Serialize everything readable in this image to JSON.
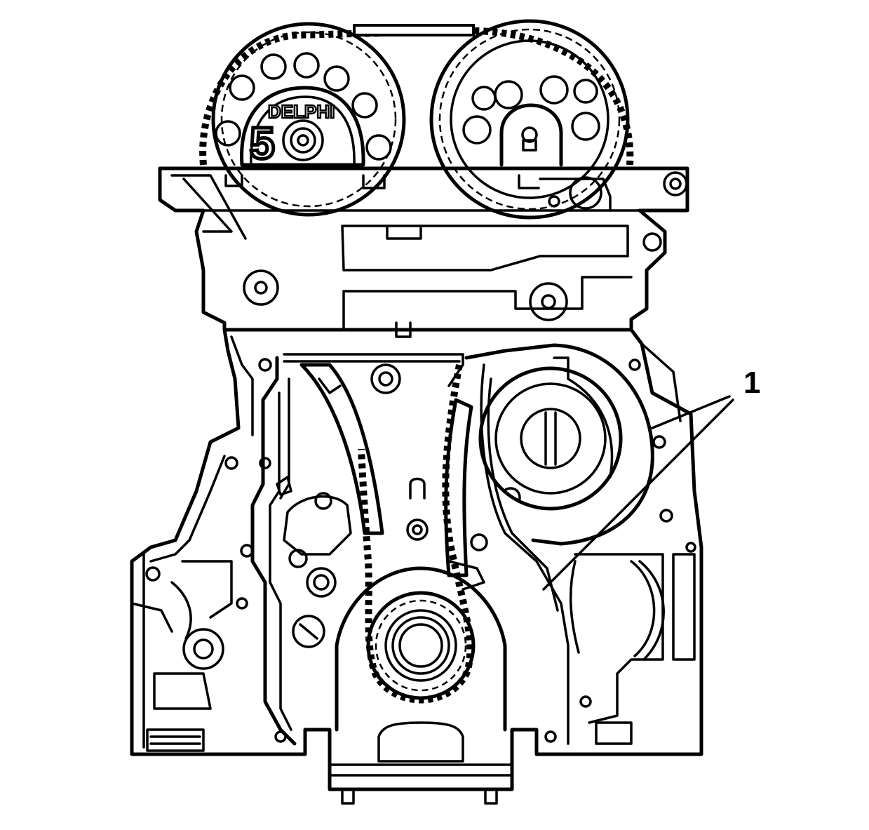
{
  "callout": {
    "label": "1"
  },
  "sprocket_marking": {
    "brand": "DELPHI",
    "number": "5"
  }
}
